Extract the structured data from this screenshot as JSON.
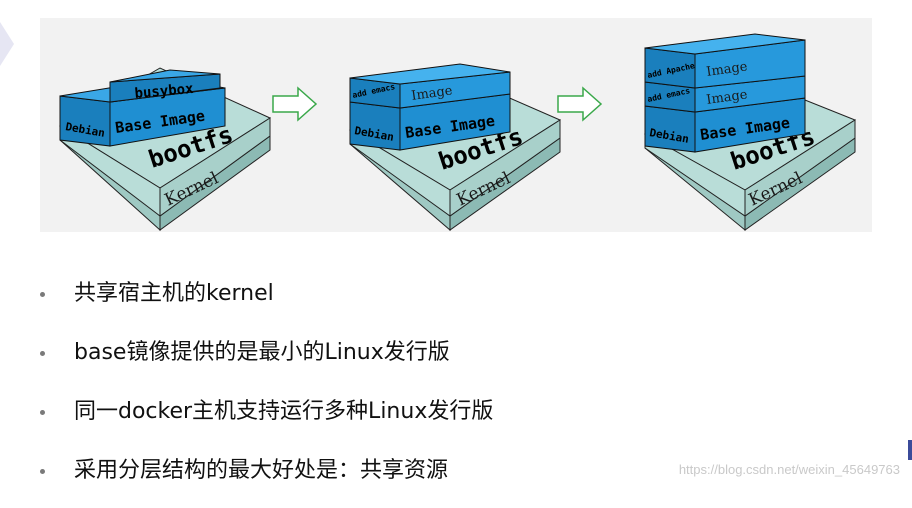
{
  "diagram": {
    "layer_labels": {
      "kernel": "Kernel",
      "bootfs": "bootfs",
      "base_image": "Base Image",
      "debian": "Debian",
      "image": "Image",
      "busybox": "busybox",
      "add_emacs": "add emacs",
      "add_apache": "add Apache"
    },
    "colors": {
      "kernel_fill": "#b9ddd8",
      "layer_fill": "#1f8fd2",
      "arrow": "#3aa84a"
    }
  },
  "bullets": [
    "共享宿主机的kernel",
    "base镜像提供的是最小的Linux发行版",
    "同一docker主机支持运行多种Linux发行版",
    "采用分层结构的最大好处是：共享资源"
  ],
  "watermark": "https://blog.csdn.net/weixin_45649763"
}
